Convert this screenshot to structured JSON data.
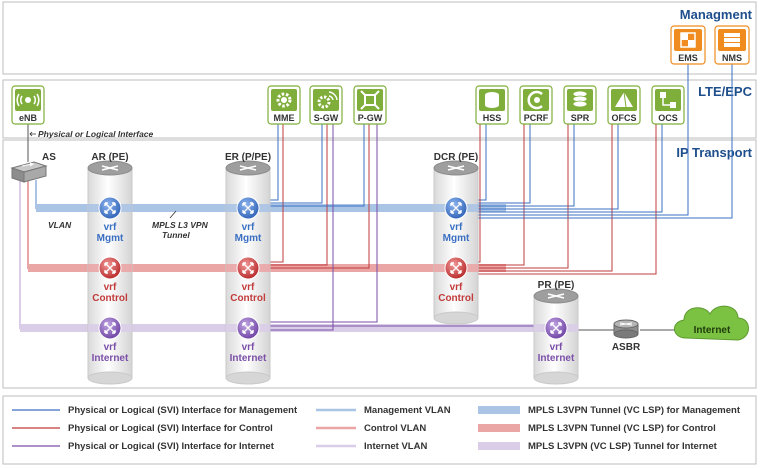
{
  "sections": {
    "management": "Managment",
    "lte_epc": "LTE/EPC",
    "ip_transport": "IP Transport"
  },
  "mgmt_nodes": [
    {
      "label": "EMS",
      "icon": "grid-icon"
    },
    {
      "label": "NMS",
      "icon": "server-stack-icon"
    }
  ],
  "lte_nodes": [
    {
      "label": "eNB",
      "icon": "radio-tower-icon"
    },
    {
      "label": "MME",
      "icon": "gear-icon"
    },
    {
      "label": "S-GW",
      "icon": "gear-signal-icon"
    },
    {
      "label": "P-GW",
      "icon": "gateway-icon"
    },
    {
      "label": "HSS",
      "icon": "database-icon"
    },
    {
      "label": "PCRF",
      "icon": "policy-icon"
    },
    {
      "label": "SPR",
      "icon": "database-stack-icon"
    },
    {
      "label": "OFCS",
      "icon": "pyramid-icon"
    },
    {
      "label": "OCS",
      "icon": "tree-icon"
    }
  ],
  "interface_note": "Physical or Logical Interface",
  "as_label": "AS",
  "vlan_label": "VLAN",
  "tunnel_label_1": "MPLS L3 VPN",
  "tunnel_label_2": "Tunnel",
  "pe_nodes": [
    {
      "label": "AR (PE)"
    },
    {
      "label": "ER (P/PE)"
    },
    {
      "label": "DCR (PE)"
    },
    {
      "label": "PR (PE)"
    }
  ],
  "vrf": {
    "prefix": "vrf",
    "mgmt": "Mgmt",
    "control": "Control",
    "internet": "Internet"
  },
  "asbr_label": "ASBR",
  "internet_cloud": "Internet",
  "colors": {
    "mgmt": "#3a6fc2",
    "control": "#c23b3b",
    "internet": "#7a4fa8",
    "mgmt_vlan": "#aac4e6",
    "control_vlan": "#eaa5a5",
    "internet_vlan": "#d9cde8",
    "lte_green": "#7fae3a",
    "mgmt_orange": "#ef8b1f",
    "cloud_green": "#7bc142",
    "section_title": "#1e4f8c"
  },
  "legend": [
    {
      "label": "Physical or Logical (SVI) Interface for Management",
      "kind": "thin",
      "color": "mgmt"
    },
    {
      "label": "Management VLAN",
      "kind": "vlan",
      "color": "mgmt_vlan"
    },
    {
      "label": "MPLS L3VPN Tunnel (VC LSP) for Management",
      "kind": "tunnel",
      "color": "mgmt_vlan"
    },
    {
      "label": "Physical or Logical (SVI) Interface for Control",
      "kind": "thin",
      "color": "control"
    },
    {
      "label": "Control VLAN",
      "kind": "vlan",
      "color": "control_vlan"
    },
    {
      "label": "MPLS L3VPN Tunnel (VC LSP) for Control",
      "kind": "tunnel",
      "color": "control_vlan"
    },
    {
      "label": "Physical or Logical (SVI) Interface for Internet",
      "kind": "thin",
      "color": "internet"
    },
    {
      "label": "Internet VLAN",
      "kind": "vlan",
      "color": "internet_vlan"
    },
    {
      "label": "MPLS L3VPN (VC LSP) Tunnel for Internet",
      "kind": "tunnel",
      "color": "internet_vlan"
    }
  ]
}
